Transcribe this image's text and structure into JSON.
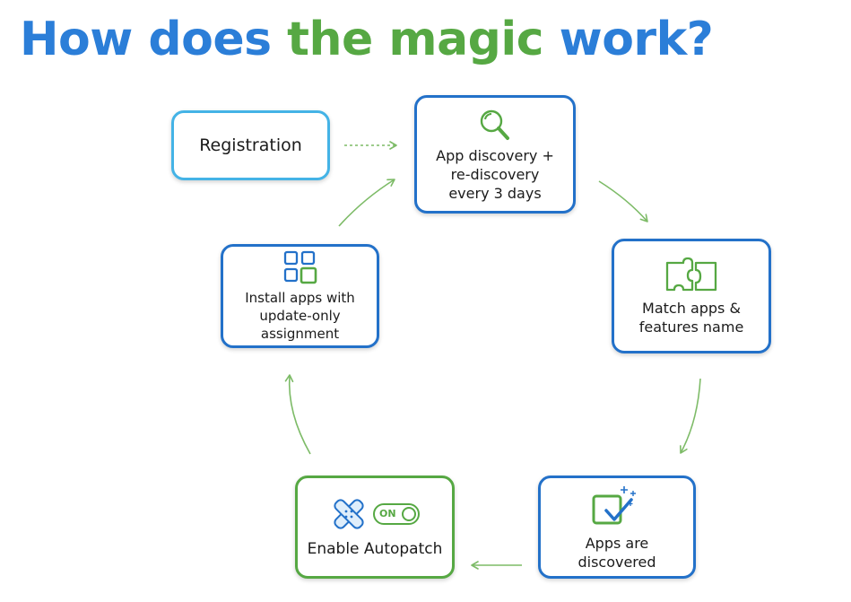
{
  "title": {
    "part1": "How does ",
    "part2": "the magic",
    "part3": " work?"
  },
  "colors": {
    "blue": "#2b7ed8",
    "green": "#56a843",
    "light_blue": "#44b3e6",
    "box_border_blue": "#2371c9"
  },
  "steps": {
    "registration": {
      "label": "Registration"
    },
    "discovery": {
      "line1": "App discovery +",
      "line2": "re-discovery",
      "line3": "every 3 days",
      "icon": "magnifier-icon"
    },
    "match": {
      "line1": "Match apps &",
      "line2": "features name",
      "icon": "puzzle-icon"
    },
    "discovered": {
      "line1": "Apps are",
      "line2": "discovered",
      "icon": "checkbox-sparkle-icon"
    },
    "autopatch": {
      "label": "Enable Autopatch",
      "icon": "bandage-toggle-icon",
      "toggle_text": "ON"
    },
    "install": {
      "line1": "Install apps with",
      "line2": "update-only",
      "line3": "assignment",
      "icon": "apps-grid-icon"
    }
  }
}
